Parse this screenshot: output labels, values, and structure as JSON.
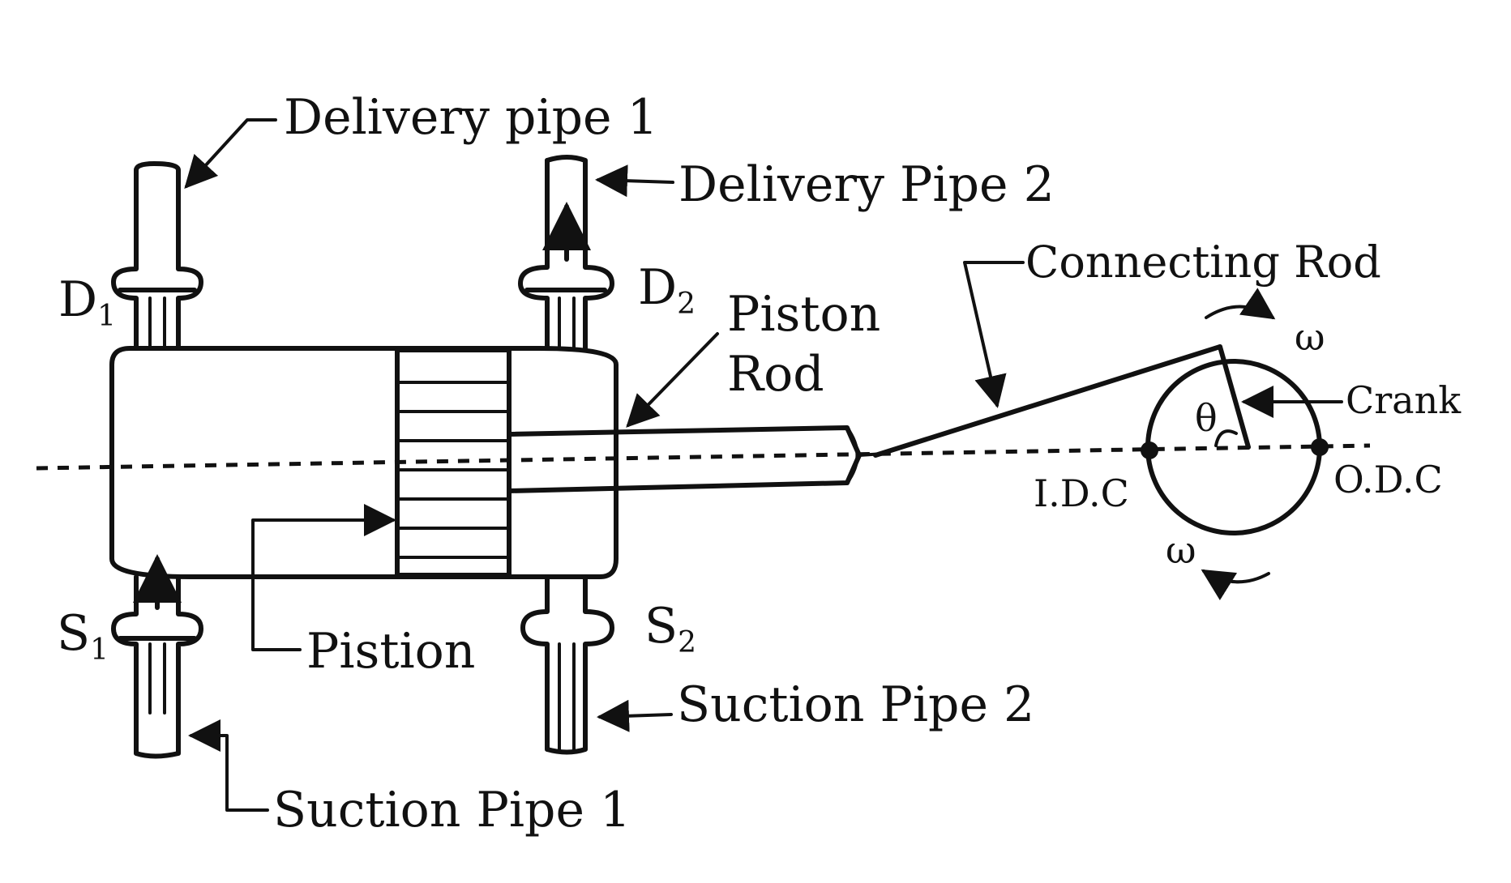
{
  "labels": {
    "delivery_pipe_1": "Delivery pipe 1",
    "delivery_pipe_2": "Delivery Pipe 2",
    "connecting_rod": "Connecting Rod",
    "piston_rod_line1": "Piston",
    "piston_rod_line2": "Rod",
    "crank": "Crank",
    "idc": "I.D.C",
    "odc": "O.D.C",
    "omega_top": "ω",
    "omega_bottom": "ω",
    "theta": "θ",
    "pistion": "Pistion",
    "suction_pipe_1": "Suction Pipe 1",
    "suction_pipe_2": "Suction Pipe 2",
    "d1": "D",
    "d1_sub": "1",
    "d2": "D",
    "d2_sub": "2",
    "s1": "S",
    "s1_sub": "1",
    "s2": "S",
    "s2_sub": "2"
  }
}
